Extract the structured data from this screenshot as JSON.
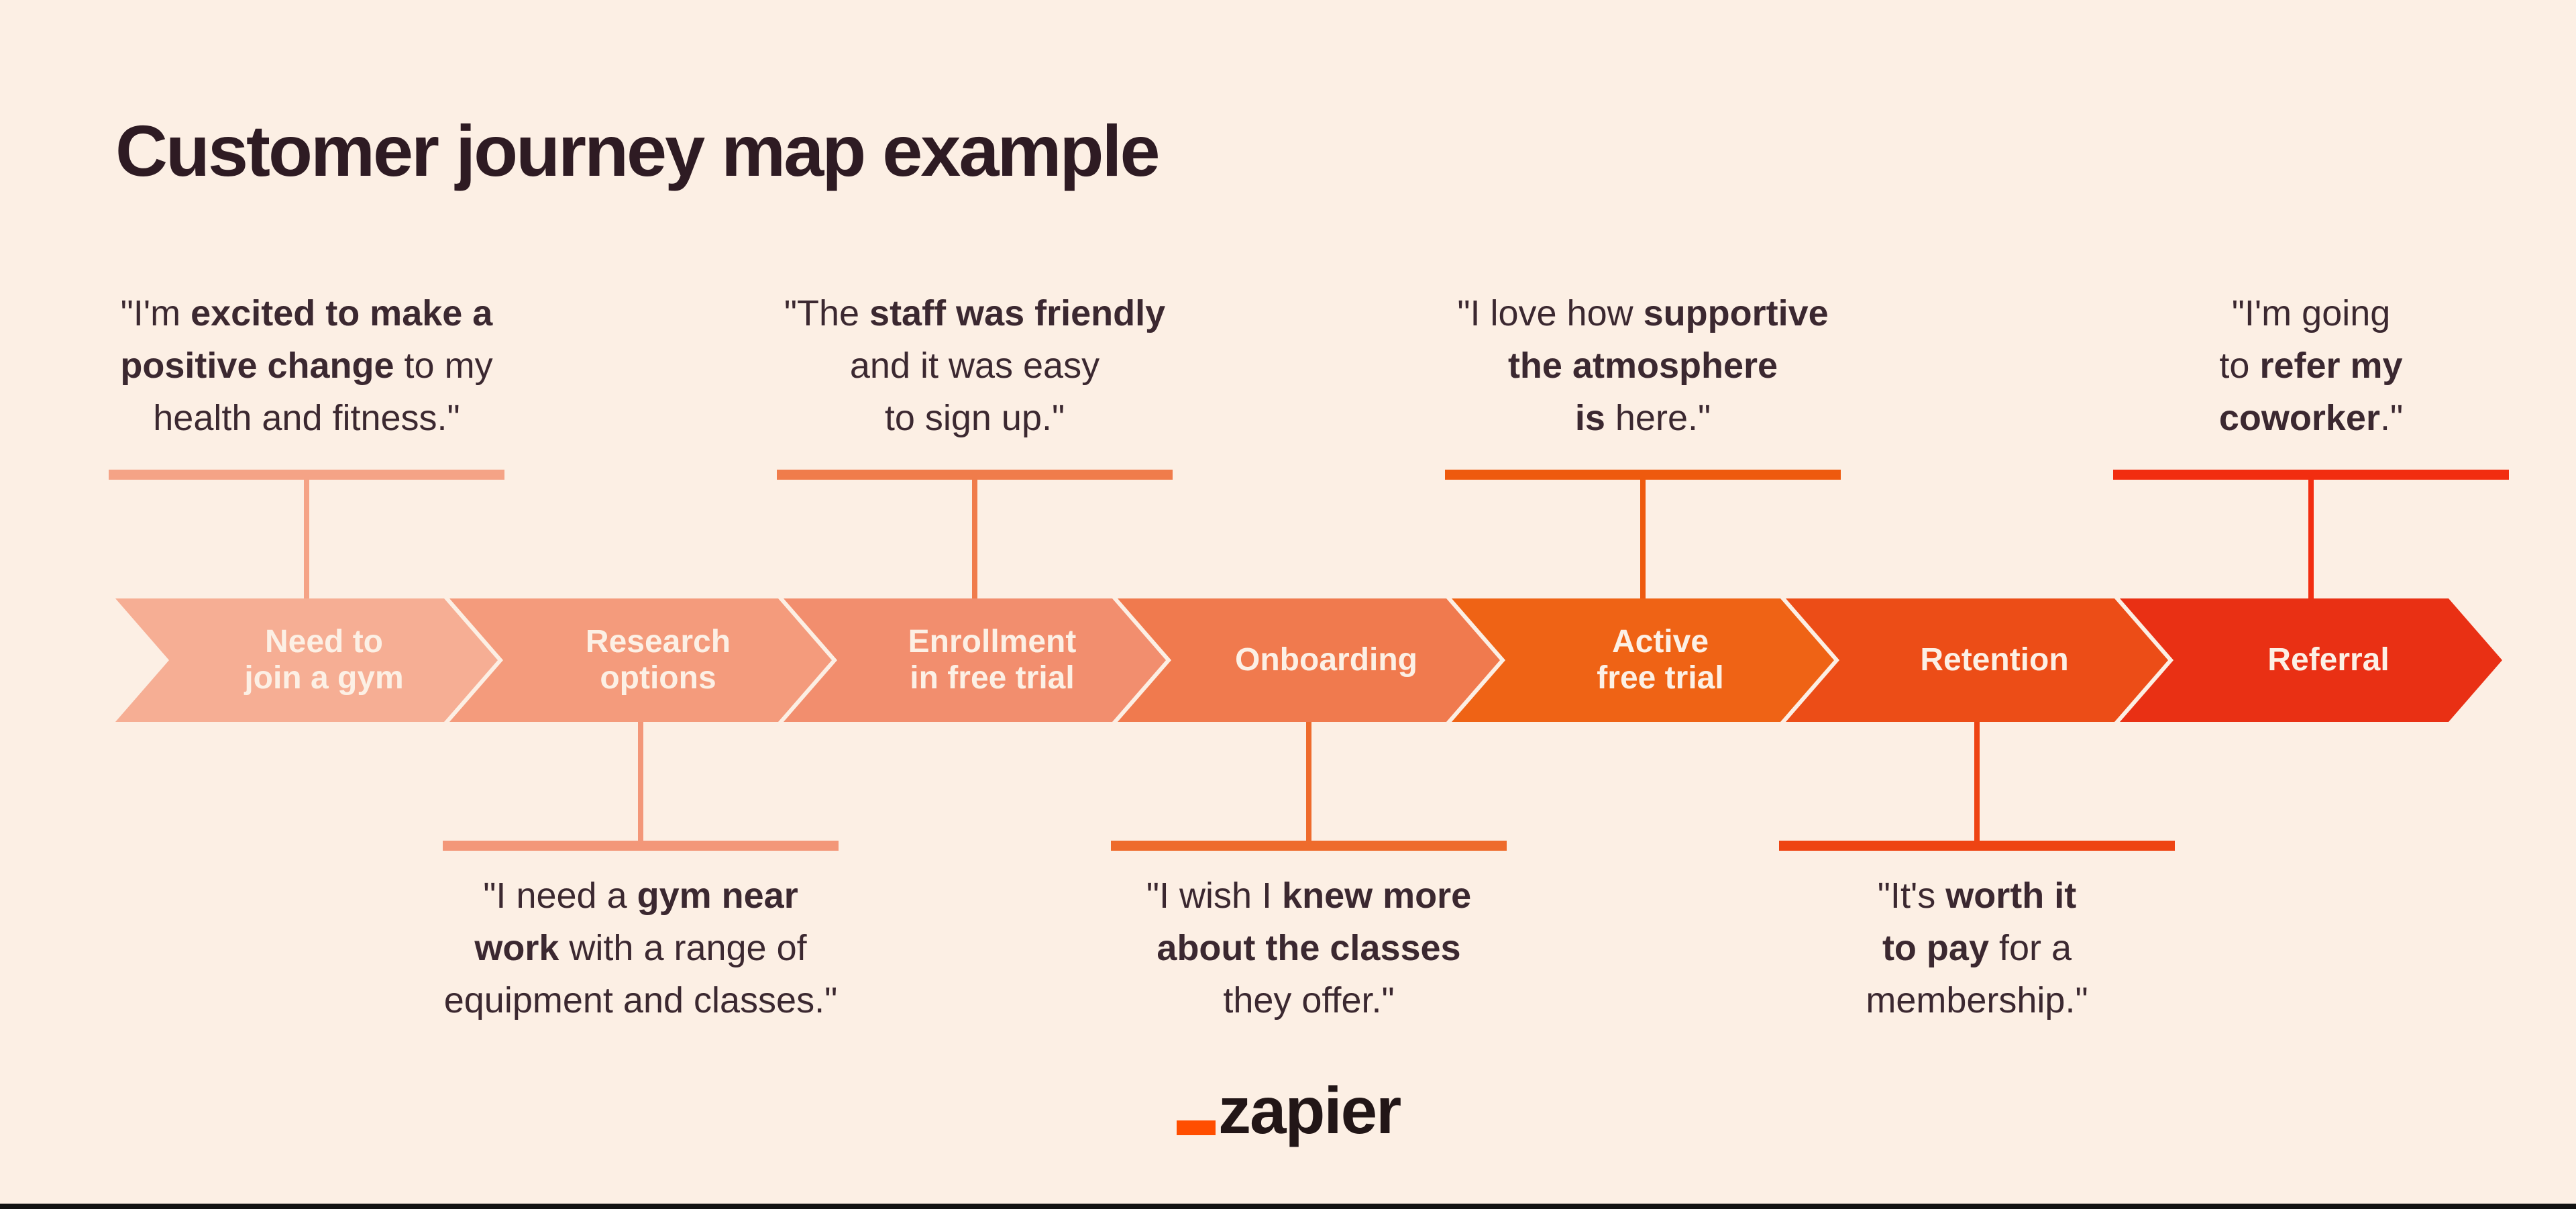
{
  "canvas": {
    "background": "#FCEFE4",
    "bottom_edge_color": "#121212"
  },
  "title": {
    "text": "Customer journey map example",
    "color": "#2E1B23"
  },
  "stages": [
    {
      "label": "Need to\njoin a gym",
      "color": "#F6AE94"
    },
    {
      "label": "Research\noptions",
      "color": "#F49B7C"
    },
    {
      "label": "Enrollment\nin free trial",
      "color": "#F28E6E"
    },
    {
      "label": "Onboarding",
      "color": "#F07A4E"
    },
    {
      "label": "Active\nfree trial",
      "color": "#EF6315"
    },
    {
      "label": "Retention",
      "color": "#EC4D17"
    },
    {
      "label": "Referral",
      "color": "#E93014"
    }
  ],
  "quotes": [
    {
      "stage": "Need to join a gym",
      "position": "above",
      "connector_color": "#F5A386",
      "lines": [
        [
          {
            "t": "\"I'm ",
            "b": false
          },
          {
            "t": "excited to make a",
            "b": true
          }
        ],
        [
          {
            "t": "positive change",
            "b": true
          },
          {
            "t": " to my",
            "b": false
          }
        ],
        [
          {
            "t": "health and fitness.\"",
            "b": false
          }
        ]
      ]
    },
    {
      "stage": "Research options",
      "position": "below",
      "connector_color": "#F39779",
      "lines": [
        [
          {
            "t": "\"I need a ",
            "b": false
          },
          {
            "t": "gym near",
            "b": true
          }
        ],
        [
          {
            "t": "work",
            "b": true
          },
          {
            "t": " with a range of",
            "b": false
          }
        ],
        [
          {
            "t": "equipment and classes.\"",
            "b": false
          }
        ]
      ]
    },
    {
      "stage": "Enrollment in free trial",
      "position": "above",
      "connector_color": "#F07C4B",
      "lines": [
        [
          {
            "t": "\"The ",
            "b": false
          },
          {
            "t": "staff was friendly",
            "b": true
          }
        ],
        [
          {
            "t": "and it was easy",
            "b": false
          }
        ],
        [
          {
            "t": "to sign up.\"",
            "b": false
          }
        ]
      ]
    },
    {
      "stage": "Onboarding",
      "position": "below",
      "connector_color": "#EE6B2C",
      "lines": [
        [
          {
            "t": "\"I wish I ",
            "b": false
          },
          {
            "t": "knew more",
            "b": true
          }
        ],
        [
          {
            "t": "about the classes",
            "b": true
          }
        ],
        [
          {
            "t": "they offer.\"",
            "b": false
          }
        ]
      ]
    },
    {
      "stage": "Active free trial",
      "position": "above",
      "connector_color": "#EE5A0E",
      "lines": [
        [
          {
            "t": "\"I love how ",
            "b": false
          },
          {
            "t": "supportive",
            "b": true
          }
        ],
        [
          {
            "t": "the atmosphere",
            "b": true
          }
        ],
        [
          {
            "t": "is",
            "b": true
          },
          {
            "t": " here.\"",
            "b": false
          }
        ]
      ]
    },
    {
      "stage": "Retention",
      "position": "below",
      "connector_color": "#EE4413",
      "lines": [
        [
          {
            "t": "\"It's ",
            "b": false
          },
          {
            "t": "worth it",
            "b": true
          }
        ],
        [
          {
            "t": "to pay",
            "b": true
          },
          {
            "t": " for a",
            "b": false
          }
        ],
        [
          {
            "t": "membership.\"",
            "b": false
          }
        ]
      ]
    },
    {
      "stage": "Referral",
      "position": "above",
      "connector_color": "#F22D10",
      "lines": [
        [
          {
            "t": "\"I'm going",
            "b": false
          }
        ],
        [
          {
            "t": "to ",
            "b": false
          },
          {
            "t": "refer my",
            "b": true
          }
        ],
        [
          {
            "t": "coworker",
            "b": true
          },
          {
            "t": ".\"",
            "b": false
          }
        ]
      ]
    }
  ],
  "logo": {
    "underscore_color": "#FF4E00",
    "text": "zapier",
    "text_color": "#221617"
  }
}
